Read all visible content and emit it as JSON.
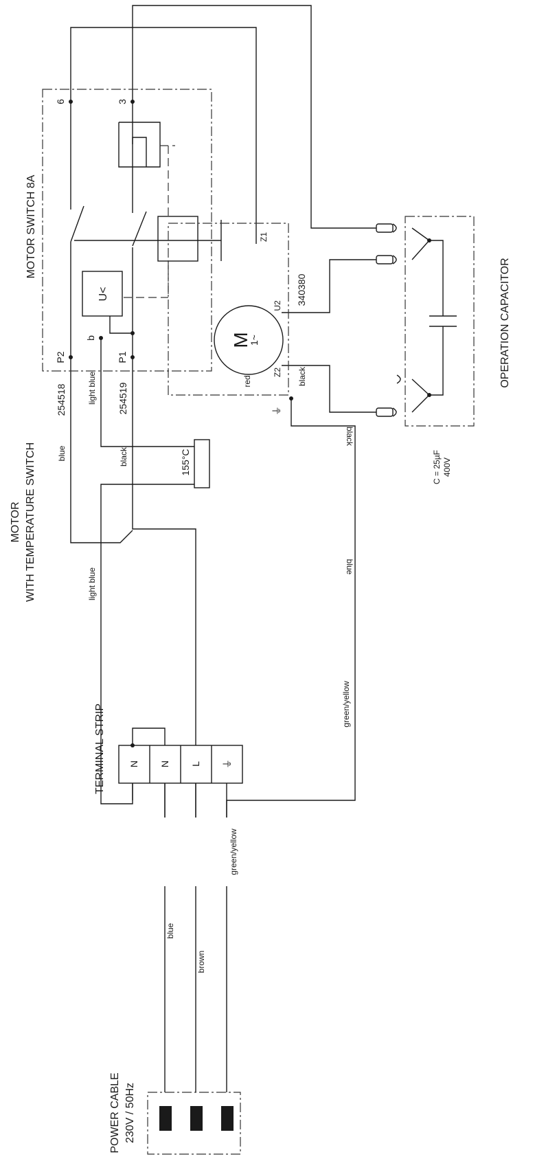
{
  "titles": {
    "motor_line1": "MOTOR",
    "motor_line2": "WITH TEMPERATURE SWITCH",
    "motor_switch": "MOTOR SWITCH 8A",
    "operation_capacitor": "OPERATION CAPACITOR",
    "terminal_strip": "TERMINAL STRIP",
    "power_cable_line1": "POWER CABLE",
    "power_cable_line2": "230V / 50Hz"
  },
  "switch_terminals": {
    "t6": "6",
    "t3": "3",
    "p2": "P2",
    "b": "b",
    "p1": "P1",
    "undervoltage": "U<"
  },
  "motor": {
    "symbol": "M",
    "phase": "1~",
    "temp_switch": "155°C",
    "z1": "Z1",
    "u2": "U2",
    "z2": "Z2"
  },
  "capacitor": {
    "value": "C = 25µF",
    "voltage": "400V"
  },
  "terminal_strip": {
    "n1": "N",
    "n2": "N",
    "l": "L",
    "earth": "⏚"
  },
  "earth_symbol": "⏚",
  "wires": {
    "blue_top": "blue",
    "code_254518": "254518",
    "light_blue_top": "light blue",
    "code_254519": "254519",
    "black_mid": "black",
    "red": "red",
    "black_right": "black",
    "code_340380": "340380",
    "light_blue_mid": "light blue",
    "black_cap": "black",
    "blue_cap": "blue",
    "green_yellow_mid": "green/yellow",
    "blue_cable": "blue",
    "brown_cable": "brown",
    "green_yellow_cable": "green/yellow"
  }
}
